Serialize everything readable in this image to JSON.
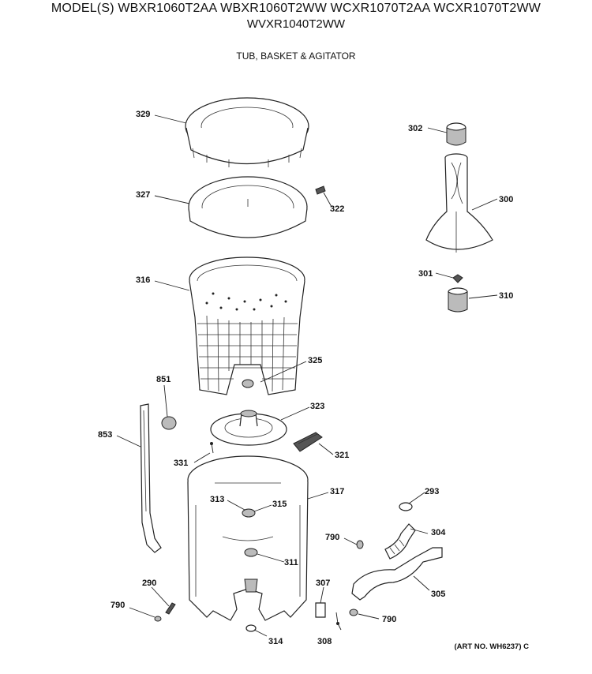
{
  "header": {
    "models_line1": "MODEL(S) WBXR1060T2AA WBXR1060T2WW WCXR1070T2AA WCXR1070T2WW",
    "models_line2": "WVXR1040T2WW",
    "section_title": "TUB, BASKET & AGITATOR"
  },
  "footer": {
    "art_no": "(ART NO. WH6237) C"
  },
  "callouts": {
    "c329": "329",
    "c327": "327",
    "c316": "316",
    "c325": "325",
    "c323": "323",
    "c321": "321",
    "c331": "331",
    "c851": "851",
    "c853": "853",
    "c317": "317",
    "c313": "313",
    "c315": "315",
    "c311": "311",
    "c314": "314",
    "c290": "290",
    "c790a": "790",
    "c790b": "790",
    "c790c": "790",
    "c307": "307",
    "c308": "308",
    "c293": "293",
    "c304": "304",
    "c305": "305",
    "c302": "302",
    "c300": "300",
    "c301": "301",
    "c310": "310",
    "c322": "322"
  }
}
